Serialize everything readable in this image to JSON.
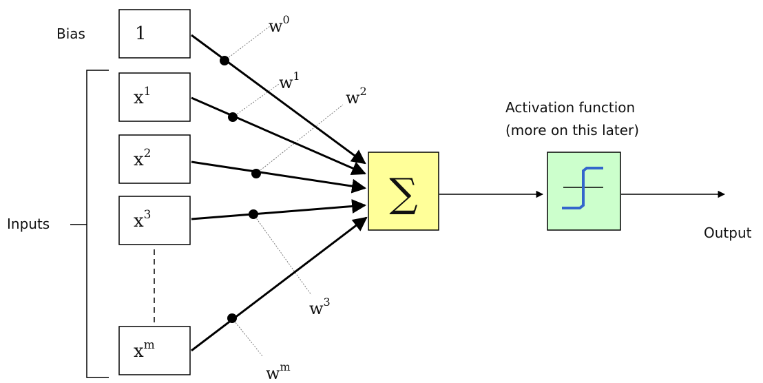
{
  "bias": {
    "label": "Bias",
    "value": "1"
  },
  "inputs": {
    "label": "Inputs",
    "items": [
      {
        "base": "x",
        "sup": "1"
      },
      {
        "base": "x",
        "sup": "2"
      },
      {
        "base": "x",
        "sup": "3"
      },
      {
        "base": "x",
        "sup": "m"
      }
    ]
  },
  "weights": [
    {
      "base": "w",
      "sup": "0"
    },
    {
      "base": "w",
      "sup": "1"
    },
    {
      "base": "w",
      "sup": "2"
    },
    {
      "base": "w",
      "sup": "3"
    },
    {
      "base": "w",
      "sup": "m"
    }
  ],
  "sum": {
    "symbol": "∑",
    "color": "#ffff99"
  },
  "activation": {
    "label_line1": "Activation function",
    "label_line2": "(more on this later)",
    "color": "#ccffcc",
    "curve_color": "#3366cc"
  },
  "output": {
    "label": "Output"
  }
}
